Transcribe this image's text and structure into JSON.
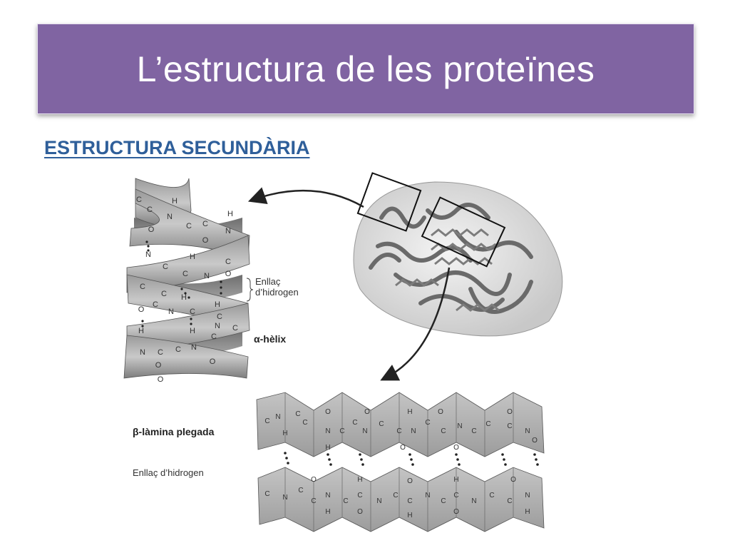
{
  "slide": {
    "title": "L’estructura de les proteïnes",
    "subtitle": "ESTRUCTURA SECUNDÀRIA"
  },
  "figure": {
    "hbond_label_line1": "Enllaç",
    "hbond_label_line2": "d’hidrogen",
    "alpha_label": "α-hèlix",
    "beta_label": "β-làmina plegada",
    "beta_hbond_label": "Enllaç d’hidrogen"
  },
  "colors": {
    "title_bg": "#8064a2",
    "subtitle": "#2f5f9a"
  }
}
